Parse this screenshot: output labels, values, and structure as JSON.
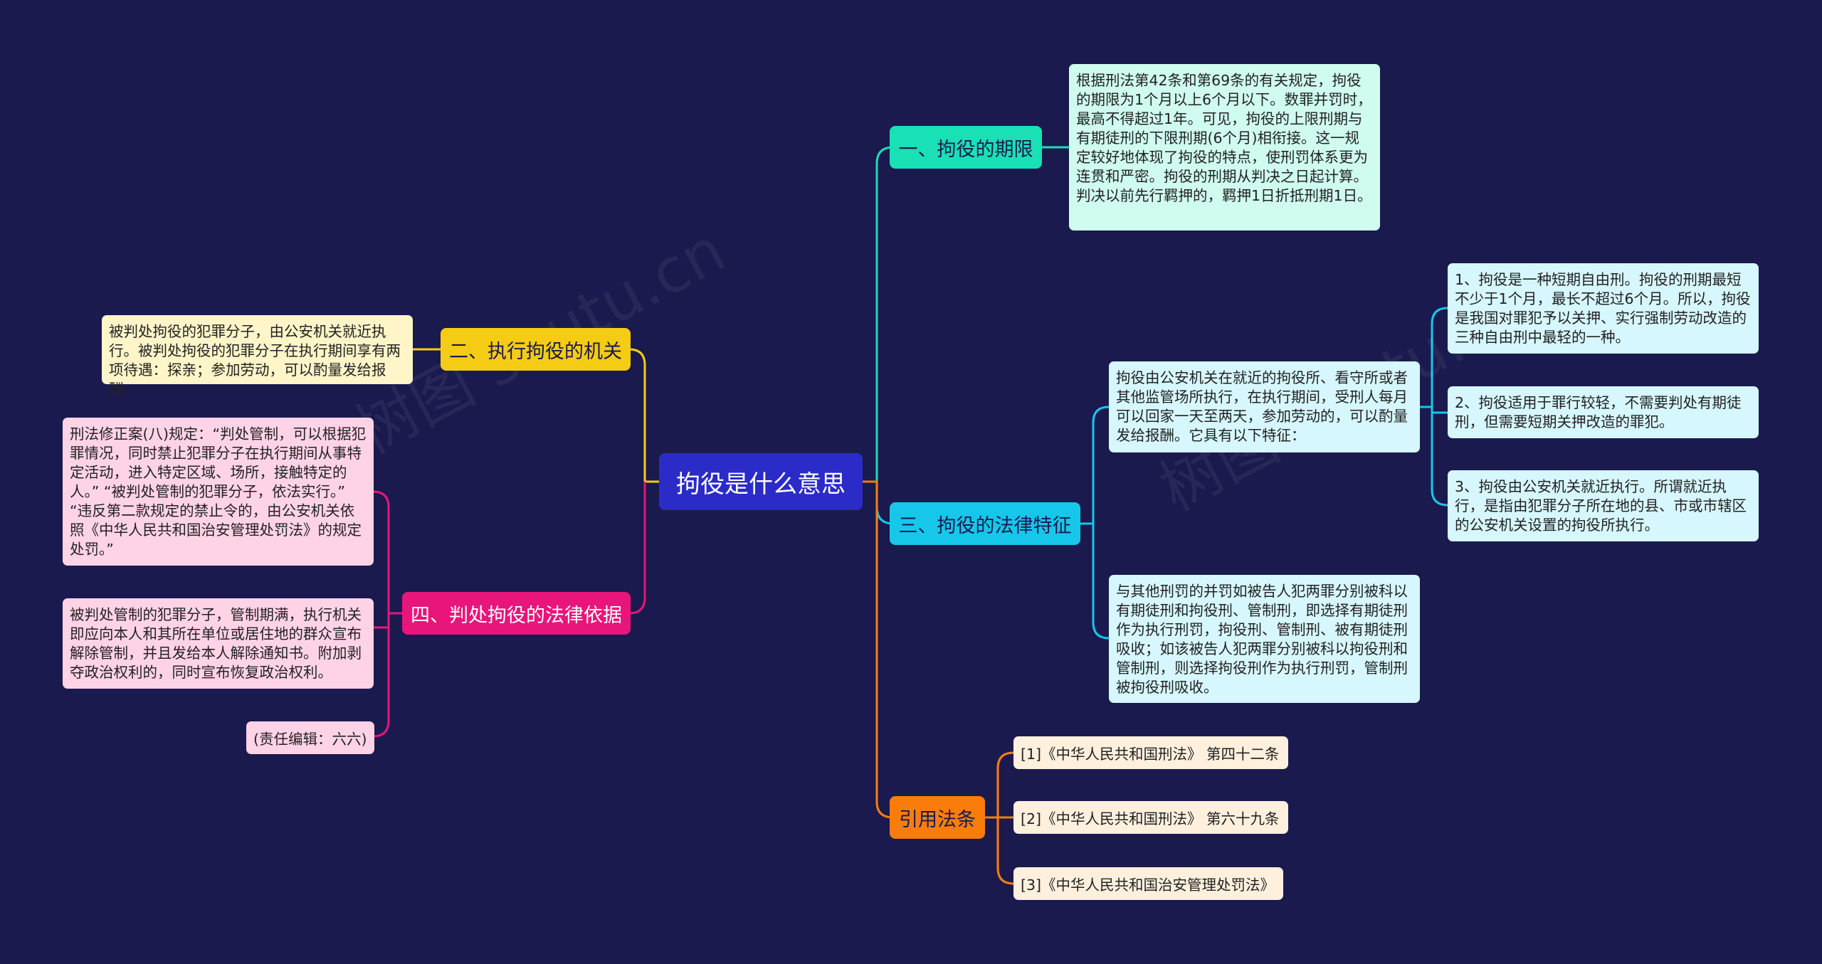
{
  "root": {
    "label": "拘役是什么意思"
  },
  "colors": {
    "background": "#1a1a4e",
    "root": "#2b2bc8",
    "branch1": "#19e0b5",
    "branch2": "#f5cc14",
    "branch3": "#16c7ea",
    "branch4": "#e8157a",
    "branch5": "#fa7d0c",
    "leaf1": "#cffcee",
    "leaf2": "#fff5c8",
    "leaf3": "#d6f7fd",
    "leaf4": "#ffd3e6",
    "leaf5": "#fff0de"
  },
  "branches": {
    "b1": {
      "label": "一、拘役的期限"
    },
    "b2": {
      "label": "二、执行拘役的机关"
    },
    "b3": {
      "label": "三、拘役的法律特征"
    },
    "b4": {
      "label": "四、判处拘役的法律依据"
    },
    "b5": {
      "label": "引用法条"
    }
  },
  "leaves": {
    "b1_text": "根据刑法第42条和第69条的有关规定，拘役的期限为1个月以上6个月以下。数罪并罚时，最高不得超过1年。可见，拘役的上限刑期与有期徒刑的下限刑期(6个月)相衔接。这一规定较好地体现了拘役的特点，使刑罚体系更为连贯和严密。拘役的刑期从判决之日起计算。判决以前先行羁押的，羁押1日折抵刑期1日。",
    "b2_text": "被判处拘役的犯罪分子，由公安机关就近执行。被判处拘役的犯罪分子在执行期间享有两项待遇：探亲；参加劳动，可以酌量发给报酬。",
    "b3_main": "拘役由公安机关在就近的拘役所、看守所或者其他监管场所执行，在执行期间，受刑人每月可以回家一天至两天，参加劳动的，可以酌量发给报酬。它具有以下特征：",
    "b3_f1": "1、拘役是一种短期自由刑。拘役的刑期最短不少于1个月，最长不超过6个月。所以，拘役是我国对罪犯予以关押、实行强制劳动改造的三种自由刑中最轻的一种。",
    "b3_f2": "2、拘役适用于罪行较轻，不需要判处有期徒刑，但需要短期关押改造的罪犯。",
    "b3_f3": "3、拘役由公安机关就近执行。所谓就近执行，是指由犯罪分子所在地的县、市或市辖区的公安机关设置的拘役所执行。",
    "b3_text2": "与其他刑罚的并罚如被告人犯两罪分别被科以有期徒刑和拘役刑、管制刑，即选择有期徒刑作为执行刑罚，拘役刑、管制刑、被有期徒刑吸收；如该被告人犯两罪分别被科以拘役刑和管制刑，则选择拘役刑作为执行刑罚，管制刑被拘役刑吸收。",
    "b4_t1": "刑法修正案(八)规定：“判处管制，可以根据犯罪情况，同时禁止犯罪分子在执行期间从事特定活动，进入特定区域、场所，接触特定的人。” “被判处管制的犯罪分子，依法实行。” “违反第二款规定的禁止令的，由公安机关依照《中华人民共和国治安管理处罚法》的规定处罚。”",
    "b4_t2": "被判处管制的犯罪分子，管制期满，执行机关即应向本人和其所在单位或居住地的群众宣布解除管制，并且发给本人解除通知书。附加剥夺政治权利的，同时宣布恢复政治权利。",
    "b4_t3": "(责任编辑：六六)",
    "ref1": "[1]《中华人民共和国刑法》 第四十二条",
    "ref2": "[2]《中华人民共和国刑法》 第六十九条",
    "ref3": "[3]《中华人民共和国治安管理处罚法》"
  },
  "watermark": {
    "text": "树图 shutu.cn"
  }
}
